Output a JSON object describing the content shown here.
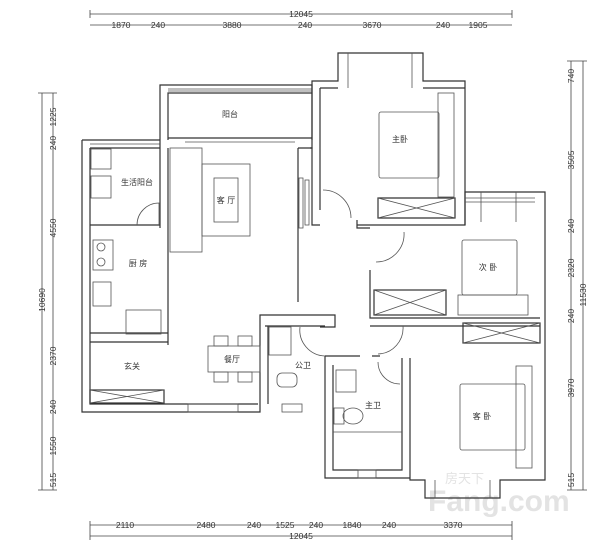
{
  "dimensions": {
    "top_total": "12045",
    "top": [
      "1870",
      "240",
      "3880",
      "240",
      "3670",
      "240",
      "1905"
    ],
    "bottom_total": "12045",
    "bottom": [
      "2110",
      "2480",
      "240",
      "1525",
      "240",
      "1840",
      "240",
      "3370"
    ],
    "left_total": "10690",
    "left": [
      "1225",
      "240",
      "4550",
      "2370",
      "240",
      "1550",
      "515"
    ],
    "right_total": "11530",
    "right": [
      "740",
      "3505",
      "240",
      "2320",
      "240",
      "3970",
      "515"
    ]
  },
  "rooms": {
    "balcony": "阳台",
    "master_bedroom": "主卧",
    "service_balcony": "生活阳台",
    "living_room": "客 厅",
    "kitchen": "厨 房",
    "second_bedroom": "次 卧",
    "entrance": "玄关",
    "dining_room": "餐厅",
    "public_bathroom": "公卫",
    "master_bathroom": "主卫",
    "guest_bedroom": "客 卧"
  },
  "watermark": {
    "brand": "Fang.com",
    "cn": "房天下"
  }
}
